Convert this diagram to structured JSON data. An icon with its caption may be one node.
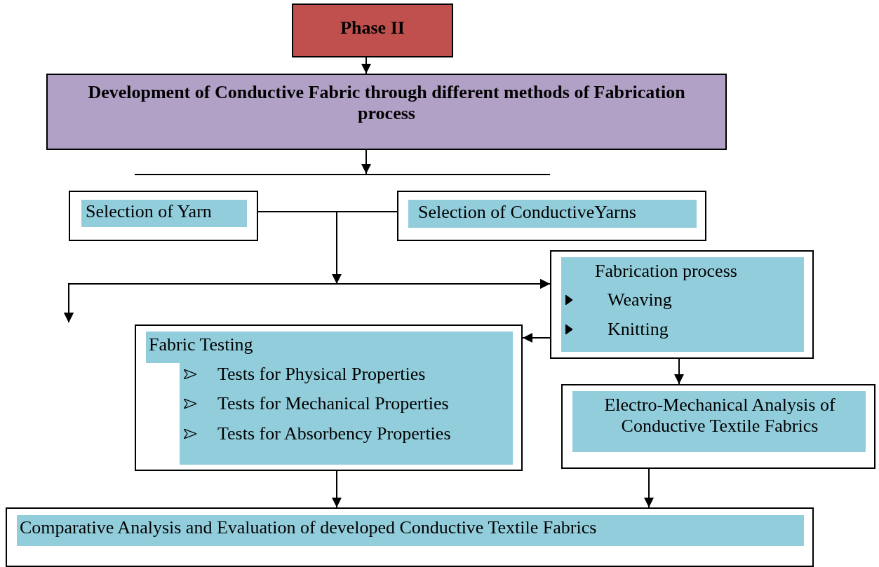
{
  "diagram": {
    "nodes": [
      {
        "text": [
          "Phase II"
        ]
      },
      {
        "text": [
          "Development of Conductive Fabric through different methods of Fabrication process"
        ]
      },
      {
        "text": [],
        "shape": "bar"
      },
      {
        "text": [
          "Selection of Yarn"
        ]
      },
      {
        "text": [
          "Selection of ConductiveYarns"
        ]
      },
      {
        "text": [
          "Fabrication process",
          "Weaving",
          "Knitting"
        ]
      },
      {
        "text": [
          "Fabric Testing",
          "Tests for Physical Properties",
          "Tests for Mechanical Properties",
          "Tests for Absorbency Properties"
        ]
      },
      {
        "text": [
          "Electro-Mechanical Analysis of Conductive Textile Fabrics"
        ]
      },
      {
        "text": [
          "Comparative Analysis and Evaluation of developed Conductive Textile Fabrics"
        ]
      }
    ],
    "edges": [
      {
        "from": 0,
        "to": 1,
        "arrow": "to"
      },
      {
        "from": 1,
        "to": 2,
        "arrow": "to"
      },
      {
        "from": 3,
        "to": 5,
        "arrow": "to"
      },
      {
        "from": 4,
        "to": 5,
        "arrow": "to"
      },
      {
        "from": 3,
        "to": null,
        "arrow": "to"
      },
      {
        "from": 4,
        "to": null,
        "arrow": "to"
      },
      {
        "from": 5,
        "to": 6,
        "arrow": "to"
      },
      {
        "from": 5,
        "to": 7,
        "arrow": "to"
      },
      {
        "from": 6,
        "to": 8,
        "arrow": "to"
      },
      {
        "from": 7,
        "to": 8,
        "arrow": "to"
      }
    ]
  }
}
